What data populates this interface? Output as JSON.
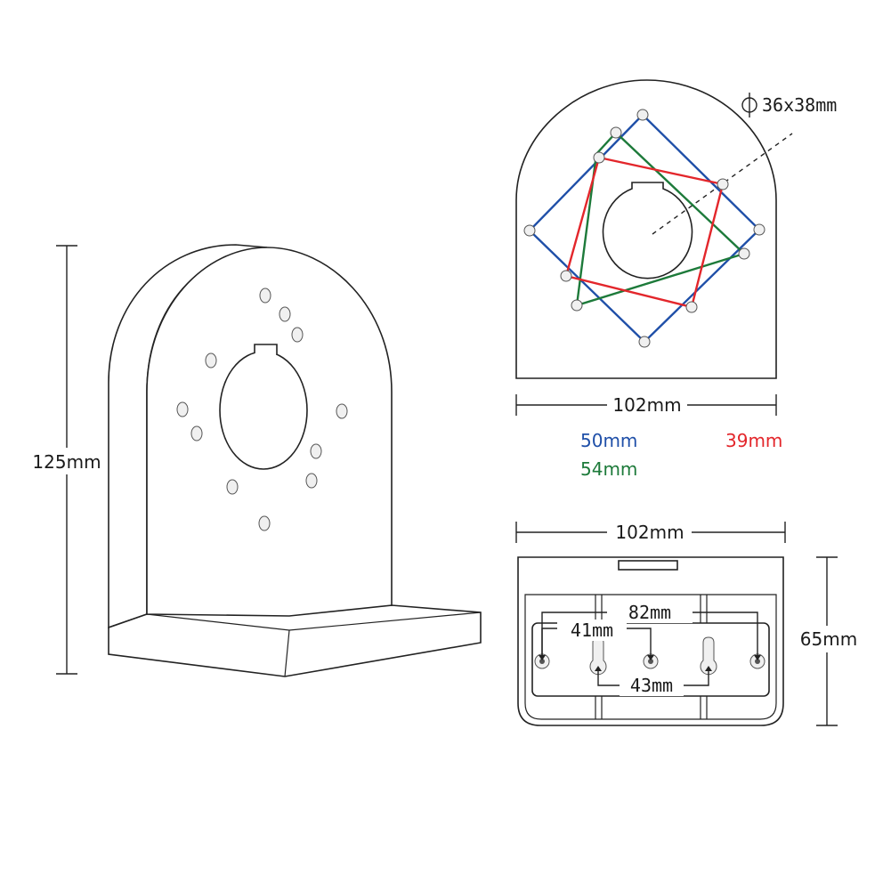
{
  "labels": {
    "height": "125mm",
    "width_top": "102mm",
    "diameter": "36x38mm",
    "blue_pattern": "50mm",
    "green_pattern": "54mm",
    "red_pattern": "39mm",
    "width_bottom": "102mm",
    "depth": "65mm",
    "spacing_82": "82mm",
    "spacing_41": "41mm",
    "spacing_43": "43mm"
  },
  "colors": {
    "blue_pattern": "#1f4fa8",
    "green_pattern": "#1d7a3a",
    "red_pattern": "#e3262b"
  }
}
